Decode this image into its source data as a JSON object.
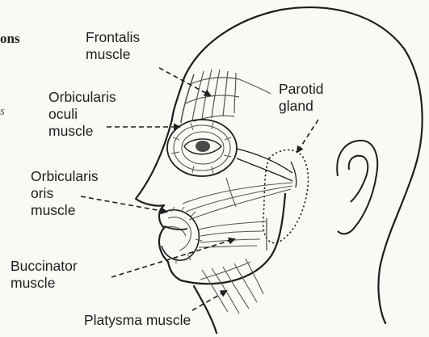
{
  "left_edge": {
    "cut_heading": "ons",
    "cut_text": "s"
  },
  "labels": {
    "frontalis": "Frontalis\nmuscle",
    "orbicularis_oculi": "Orbicularis\noculi\nmuscle",
    "parotid": "Parotid\ngland",
    "orbicularis_oris": "Orbicularis\noris\nmuscle",
    "buccinator": "Buccinator\nmuscle",
    "platysma": "Platysma muscle"
  },
  "colors": {
    "ink": "#1e1e1e",
    "paper": "#fbf9f4",
    "muscle_shade": "#8a8a8a"
  }
}
